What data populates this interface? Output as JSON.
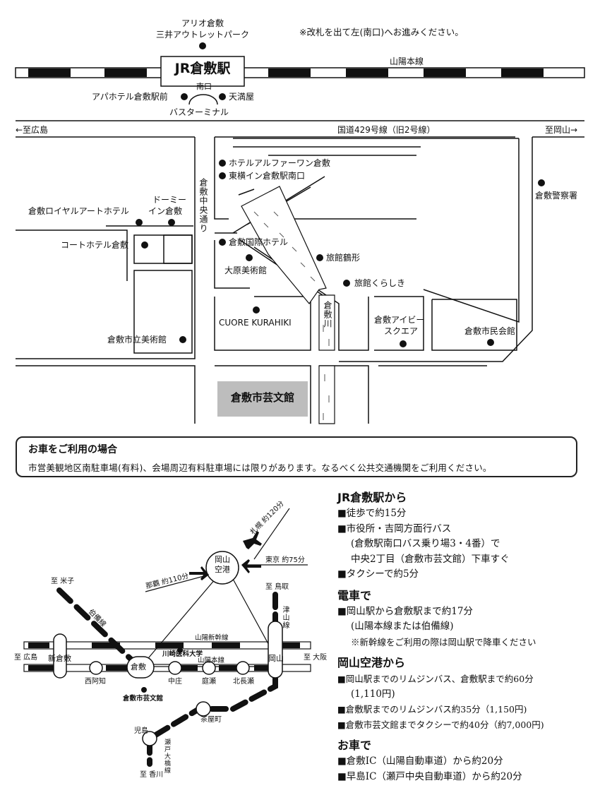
{
  "top": {
    "above_station": [
      "アリオ倉敷",
      "三井アウトレットパーク"
    ],
    "exit_note": "※改札を出て左(南口)へお進みください。",
    "station_name": "JR倉敷駅",
    "south_exit": "南口",
    "sanyo_line": "山陽本線",
    "apa_hotel": "アパホテル倉敷駅前",
    "tenmaya": "天満屋",
    "bus_terminal": "バスターミナル",
    "to_hiroshima": "←至広島",
    "route429": "国道429号線（旧2号線）",
    "to_okayama": "至岡山→"
  },
  "landmarks": {
    "hotel_alpha": "ホテルアルファーワン倉敷",
    "toyoko": "東横イン倉敷駅南口",
    "police": "倉敷警察署",
    "dormy_1": "ドーミー",
    "dormy_2": "イン倉敷",
    "royal_art": "倉敷ロイヤルアートホテル",
    "court_hotel": "コートホテル倉敷",
    "kokusai_hotel": "倉敷国際ホテル",
    "ohara": "大原美術館",
    "tsurugata": "旅館鶴形",
    "kurashiki_ryokan": "旅館くらしき",
    "cuore": "CUORE KURAHIKI",
    "ivy_1": "倉敷アイビー",
    "ivy_2": "スクエア",
    "minkaikan": "倉敷市民会館",
    "city_museum": "倉敷市立美術館",
    "venue": "倉敷市芸文館",
    "chuo_dori": "倉敷中央通り",
    "river": "倉敷川"
  },
  "notice": {
    "title": "お車をご利用の場合",
    "body": "市営美観地区南駐車場(有料)、会場周辺有料駐車場には限りがあります。なるべく公共交通機関をご利用ください。"
  },
  "route_map": {
    "sapporo": "札幌",
    "sapporo_time": "約120分",
    "airport_1": "岡山",
    "airport_2": "空港",
    "tokyo": "東京",
    "tokyo_time": "約75分",
    "naha": "那覇",
    "naha_time": "約110分",
    "to_yonago": "至 米子",
    "to_tottori": "至 鳥取",
    "hakubi": "伯備線",
    "tsuyama": "津山線",
    "shinkansen": "山陽新幹線",
    "to_hiroshima": "至 広島",
    "to_osaka": "至 大阪",
    "shin_kurashiki": "新倉敷",
    "kurashiki": "倉敷",
    "okayama": "岡山",
    "kawasaki": "川崎医科大学",
    "sanyo_main": "山陽本線",
    "nishiachi": "西阿知",
    "nakasho": "中庄",
    "niwase": "庭瀬",
    "kitanagase": "北長瀬",
    "venue": "倉敷市芸文館",
    "chayamachi": "茶屋町",
    "kojima": "児島",
    "seto_ohashi": "瀬戸大橋線",
    "to_kagawa": "至 香川"
  },
  "access": [
    {
      "heading": "JR倉敷駅から",
      "lines": [
        {
          "t": "■徒歩で約15分",
          "sub": false
        },
        {
          "t": "■市役所・吉岡方面行バス",
          "sub": false
        },
        {
          "t": "(倉敷駅南口バス乗り場3・4番）で",
          "sub": true
        },
        {
          "t": "中央2丁目（倉敷市芸文館）下車すぐ",
          "sub": true
        },
        {
          "t": "■タクシーで約5分",
          "sub": false
        }
      ]
    },
    {
      "heading": "電車で",
      "lines": [
        {
          "t": "■岡山駅から倉敷駅まで約17分",
          "sub": false
        },
        {
          "t": "(山陽本線または伯備線)",
          "sub": true
        },
        {
          "t": "※新幹線をご利用の際は岡山駅で降車ください",
          "sub": true
        }
      ]
    },
    {
      "heading": "岡山空港から",
      "lines": [
        {
          "t": "■岡山駅までのリムジンバス、倉敷駅まで約60分",
          "sub": false
        },
        {
          "t": "(1,110円)",
          "sub": true
        },
        {
          "t": "■倉敷駅までのリムジンバス約35分（1,150円)",
          "sub": false
        },
        {
          "t": "■倉敷市芸文館までタクシーで約40分（約7,000円)",
          "sub": false
        }
      ]
    },
    {
      "heading": "お車で",
      "lines": [
        {
          "t": "■倉敷IC（山陽自動車道）から約20分",
          "sub": false
        },
        {
          "t": "■早島IC（瀬戸中央自動車道）から約20分",
          "sub": false
        }
      ]
    }
  ]
}
